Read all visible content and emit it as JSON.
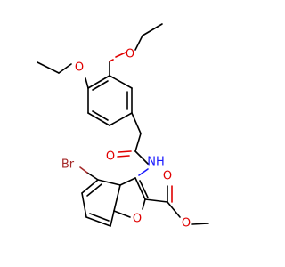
{
  "molecule": {
    "atoms": {
      "o_ethoxy_top": "O",
      "o_ethoxy_left": "O",
      "o_amide": "O",
      "nh": "NH",
      "br": "Br",
      "o_furan": "O",
      "o_ester_carbonyl": "O",
      "o_ester": "O"
    }
  }
}
